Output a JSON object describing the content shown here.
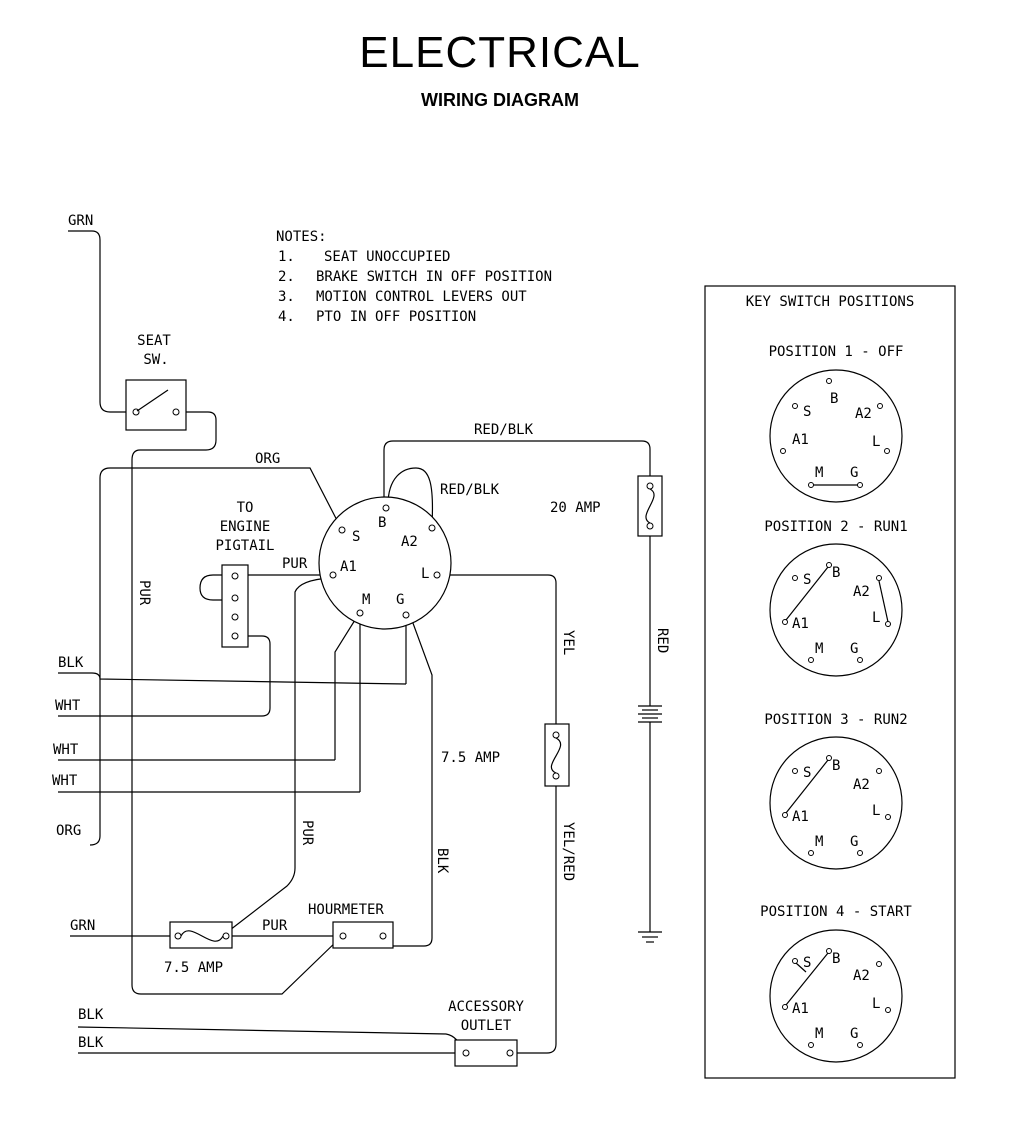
{
  "header": {
    "title": "ELECTRICAL",
    "subtitle": "WIRING DIAGRAM"
  },
  "notes": {
    "heading": "NOTES:",
    "items": [
      {
        "num": "1.",
        "text": "SEAT UNOCCUPIED"
      },
      {
        "num": "2.",
        "text": "BRAKE SWITCH IN OFF POSITION"
      },
      {
        "num": "3.",
        "text": "MOTION CONTROL LEVERS OUT"
      },
      {
        "num": "4.",
        "text": "PTO IN OFF POSITION"
      }
    ]
  },
  "components": {
    "seat_switch": [
      "SEAT",
      "SW."
    ],
    "engine_pigtail": [
      "TO",
      "ENGINE",
      "PIGTAIL"
    ],
    "fuse_main": "20 AMP",
    "fuse_accessory": "7.5 AMP",
    "fuse_hourmeter": "7.5 AMP",
    "hourmeter": "HOURMETER",
    "accessory_outlet": [
      "ACCESSORY",
      "OUTLET"
    ]
  },
  "ignition_terminals": {
    "s": "S",
    "b": "B",
    "a2": "A2",
    "a1": "A1",
    "m": "M",
    "g": "G",
    "l": "L"
  },
  "wire_labels": {
    "grn_top": "GRN",
    "org_upper": "ORG",
    "red_blk_top": "RED/BLK",
    "red_blk_loop": "RED/BLK",
    "pur_left": "PUR",
    "pur_a1": "PUR",
    "blk_1": "BLK",
    "wht_1": "WHT",
    "wht_2": "WHT",
    "wht_3": "WHT",
    "org_lower": "ORG",
    "yel": "YEL",
    "red": "RED",
    "pur_mid": "PUR",
    "blk_mid": "BLK",
    "yel_red": "YEL/RED",
    "grn_bottom": "GRN",
    "pur_bottom": "PUR",
    "blk_bottom_1": "BLK",
    "blk_bottom_2": "BLK"
  },
  "key_switch": {
    "title": "KEY SWITCH POSITIONS",
    "positions": [
      {
        "label": "POSITION 1 - OFF"
      },
      {
        "label": "POSITION 2 - RUN1"
      },
      {
        "label": "POSITION 3 - RUN2"
      },
      {
        "label": "POSITION 4 - START"
      }
    ]
  }
}
